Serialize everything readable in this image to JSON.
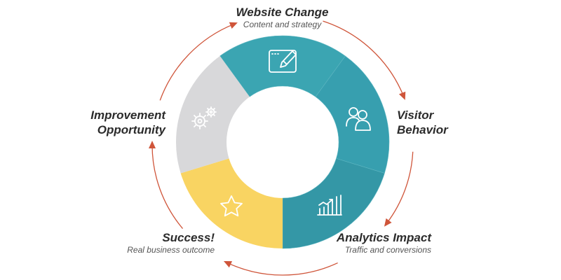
{
  "stages": [
    {
      "title": "Website Change",
      "subtitle": "Content and strategy",
      "icon": "edit-window-icon",
      "color": "#3ba5b2"
    },
    {
      "title_lines": [
        "Visitor",
        "Behavior"
      ],
      "icon": "users-icon",
      "color": "#379faf"
    },
    {
      "title": "Analytics Impact",
      "subtitle": "Traffic and conversions",
      "icon": "chart-growth-icon",
      "color": "#3497a6"
    },
    {
      "title": "Success!",
      "subtitle": "Real business outcome",
      "icon": "star-icon",
      "color": "#f9d462"
    },
    {
      "title_lines": [
        "Improvement",
        "Opportunity"
      ],
      "icon": "gears-icon",
      "color": "#d8d8da"
    }
  ],
  "arrow_color": "#cf553a"
}
